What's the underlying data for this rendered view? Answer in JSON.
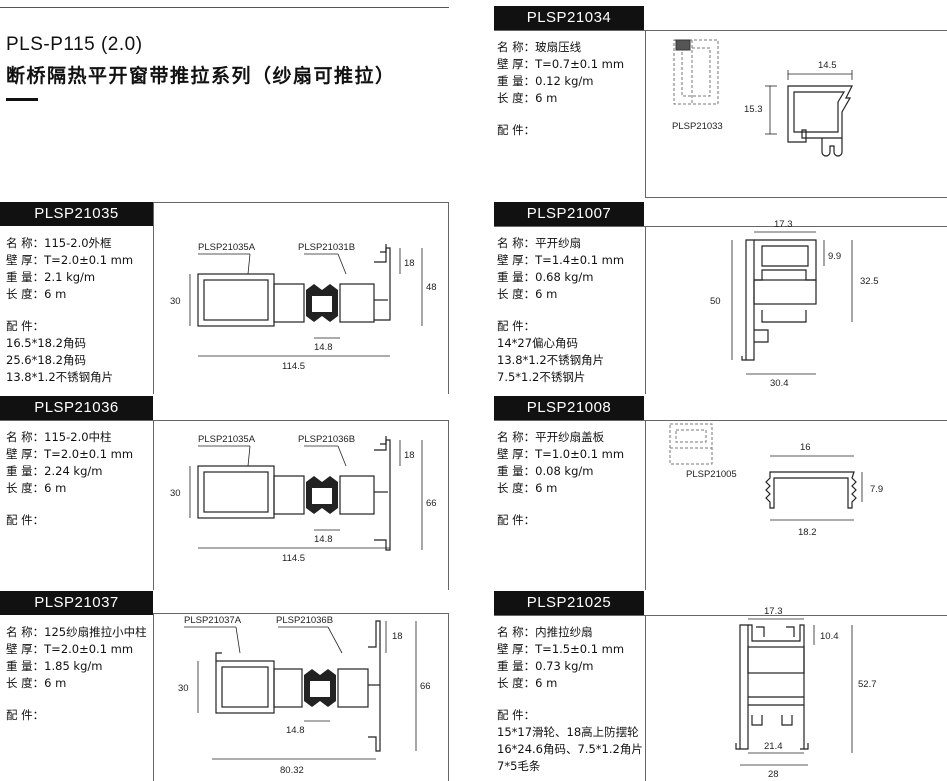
{
  "header": {
    "model": "PLS-P115 (2.0)",
    "series": "断桥隔热平开窗带推拉系列（纱扇可推拉）"
  },
  "profiles": [
    {
      "code": "PLSP21034",
      "name": "名 称：玻扇压线",
      "wall": "壁 厚：T=0.7±0.1 mm",
      "weight": "重 量：0.12 kg/m",
      "length": "长 度：6 m",
      "fittings_label": "配 件：",
      "fittings": [],
      "ref_label": "PLSP21033",
      "dims": [
        "14.5",
        "15.3"
      ]
    },
    {
      "code": "PLSP21035",
      "name": "名 称：115-2.0外框",
      "wall": "壁 厚：T=2.0±0.1 mm",
      "weight": "重 量：2.1 kg/m",
      "length": "长 度：6 m",
      "fittings_label": "配 件：",
      "fittings": [
        "16.5*18.2角码",
        "25.6*18.2角码",
        "13.8*1.2不锈钢角片"
      ],
      "part_a": "PLSP21035A",
      "part_b": "PLSP21031B",
      "dims": [
        "18",
        "48",
        "30",
        "14.8",
        "114.5"
      ]
    },
    {
      "code": "PLSP21007",
      "name": "名 称：平开纱扇",
      "wall": "壁 厚：T=1.4±0.1 mm",
      "weight": "重 量：0.68 kg/m",
      "length": "长 度：6 m",
      "fittings_label": "配 件：",
      "fittings": [
        "14*27偏心角码",
        "13.8*1.2不锈钢角片",
        "7.5*1.2不锈钢片"
      ],
      "dims": [
        "17.3",
        "9.9",
        "32.5",
        "50",
        "30.4"
      ]
    },
    {
      "code": "PLSP21036",
      "name": "名 称：115-2.0中柱",
      "wall": "壁 厚：T=2.0±0.1 mm",
      "weight": "重 量：2.24 kg/m",
      "length": "长 度：6 m",
      "fittings_label": "配 件：",
      "fittings": [],
      "part_a": "PLSP21035A",
      "part_b": "PLSP21036B",
      "dims": [
        "18",
        "66",
        "30",
        "14.8",
        "114.5"
      ]
    },
    {
      "code": "PLSP21008",
      "name": "名 称：平开纱扇盖板",
      "wall": "壁 厚：T=1.0±0.1 mm",
      "weight": "重 量：0.08 kg/m",
      "length": "长 度：6 m",
      "fittings_label": "配 件：",
      "fittings": [],
      "ref_label": "PLSP21005",
      "dims": [
        "16",
        "7.9",
        "18.2"
      ]
    },
    {
      "code": "PLSP21037",
      "name": "名 称：125纱扇推拉小中柱",
      "wall": "壁 厚：T=2.0±0.1 mm",
      "weight": "重 量：1.85 kg/m",
      "length": "长 度：6 m",
      "fittings_label": "配 件：",
      "fittings": [],
      "part_a": "PLSP21037A",
      "part_b": "PLSP21036B",
      "dims": [
        "18",
        "66",
        "30",
        "14.8",
        "80.32"
      ]
    },
    {
      "code": "PLSP21025",
      "name": "名 称：内推拉纱扇",
      "wall": "壁 厚：T=1.5±0.1 mm",
      "weight": "重 量：0.73 kg/m",
      "length": "长 度：6 m",
      "fittings_label": "配 件：",
      "fittings": [
        "15*17滑轮、18高上防摆轮",
        "16*24.6角码、7.5*1.2角片",
        "7*5毛条"
      ],
      "dims": [
        "17.3",
        "10.4",
        "52.7",
        "21.4",
        "28"
      ]
    }
  ]
}
